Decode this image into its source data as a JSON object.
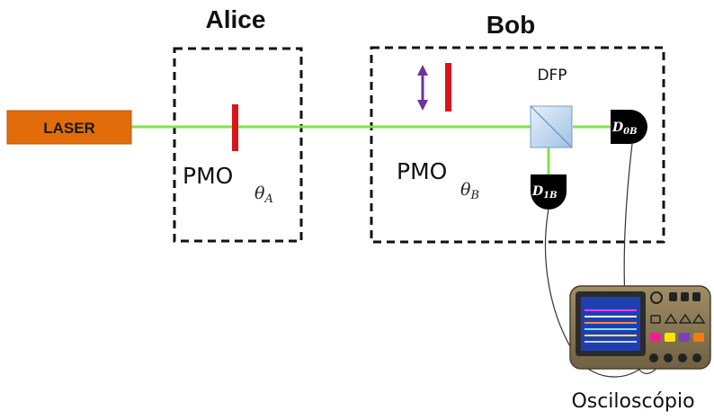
{
  "alice": {
    "title": "Alice",
    "pmo_label": "PMO",
    "theta_symbol": "θ",
    "theta_sub": "A"
  },
  "bob": {
    "title": "Bob",
    "pmo_label": "PMO",
    "theta_symbol": "θ",
    "theta_sub": "B",
    "splitter_label": "DFP"
  },
  "laser": {
    "label": "LASER"
  },
  "detectors": {
    "d0": {
      "symbol": "D",
      "sub": "0B"
    },
    "d1": {
      "symbol": "D",
      "sub": "1B"
    }
  },
  "oscilloscope": {
    "label": "Osciloscópio"
  },
  "colors": {
    "beam": "#7ee64a",
    "laser": "#e36c0a",
    "polarizer": "#d9141c",
    "arrow": "#7030a0",
    "detector": "#000000",
    "splitter": "#bcd6ef",
    "osc_body": "#8b7a55",
    "osc_screen": "#1f3fb0"
  }
}
